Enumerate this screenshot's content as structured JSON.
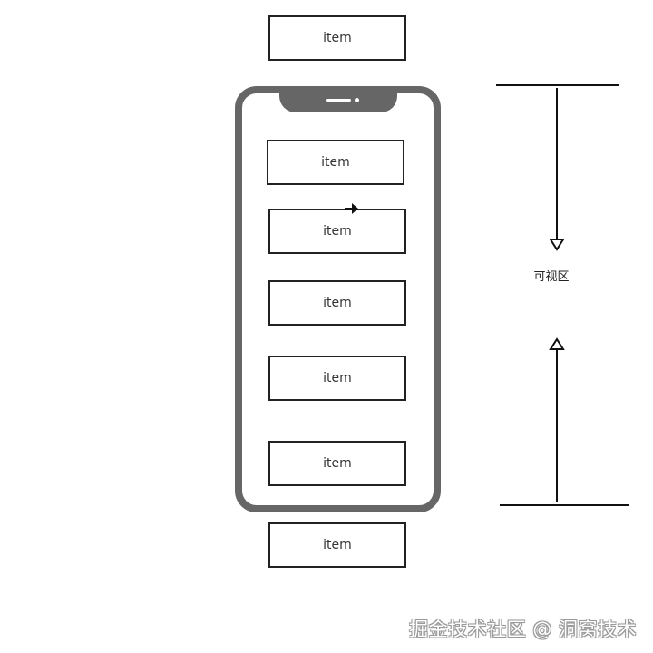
{
  "diagram": {
    "items": [
      {
        "label": "item"
      },
      {
        "label": "item"
      },
      {
        "label": "item"
      },
      {
        "label": "item"
      },
      {
        "label": "item"
      },
      {
        "label": "item"
      },
      {
        "label": "item"
      }
    ],
    "viewport_label": "可视区",
    "watermark": "掘金技术社区 @ 洞窝技术"
  },
  "colors": {
    "phone_frame": "#666666",
    "item_border": "#222222",
    "line": "#111111",
    "background": "#ffffff"
  }
}
